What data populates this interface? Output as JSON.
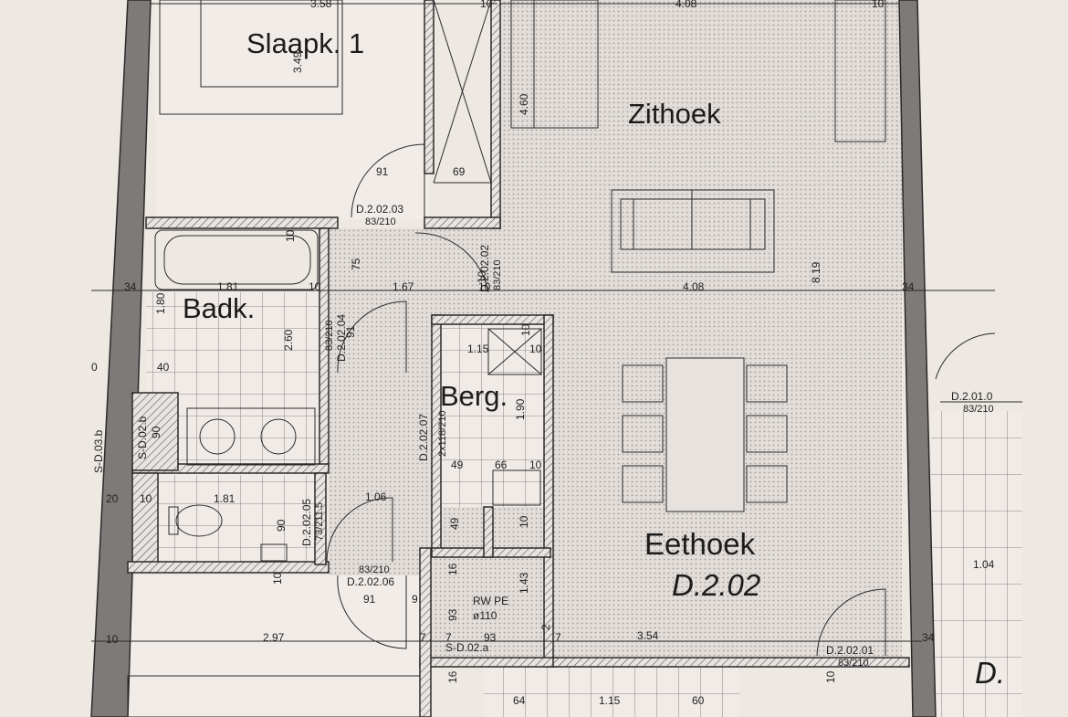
{
  "rooms": {
    "slaapk": "Slaapk. 1",
    "zithoek": "Zithoek",
    "badk": "Badk.",
    "berg": "Berg.",
    "eethoek": "Eethoek",
    "unit": "D.2.02",
    "neighbor": "D."
  },
  "doors": {
    "d_2_02_03": "D.2.02.03",
    "d_2_02_03_size": "83/210",
    "d_2_02_02": "D.2.02.02",
    "d_2_02_02_size": "83/210",
    "d_2_02_04": "D.2.02.04",
    "d_2_02_04_size": "83/210",
    "d_2_02_07": "D.2.02.07",
    "d_2_02_07_size": "2x118/210",
    "d_2_02_05": "D.2.02.05",
    "d_2_02_05_size": "73/211.5",
    "d_2_02_06": "D.2.02.06",
    "d_2_02_06_size": "83/210",
    "d_2_02_01": "D.2.02.01",
    "d_2_02_01_size": "83/210",
    "d_2_01_0": "D.2.01.0",
    "d_2_01_0_size": "83/210"
  },
  "shafts": {
    "s_d_03_b": "S-D.03.b",
    "s_d_02_b": "S-D.02.b",
    "s_d_02_a": "S-D.02.a",
    "rw_pe": "RW PE",
    "rw_dia": "ø110"
  },
  "dims": {
    "top_358": "3.58",
    "top_10a": "10",
    "top_408": "4.08",
    "top_10b": "10",
    "v_349": "3.49",
    "v_460": "4.60",
    "h_91": "91",
    "h_69": "69",
    "v_10_bath": "10",
    "v_75": "75",
    "v_10_hall": "10",
    "h_34_left": "34",
    "h_181": "1.81",
    "h_10_bath": "10",
    "h_167": "1.67",
    "h_10_hall": "10",
    "h_408_mid": "4.08",
    "v_819": "8.19",
    "h_34_right": "34",
    "v_180": "1.80",
    "v_91_hall": "91",
    "v_10_berg_top": "10",
    "h_115_berg": "1.15",
    "h_10_berg": "10",
    "v_260": "2.60",
    "h_40": "40",
    "h_0_left": "0",
    "v_190": "1.90",
    "v_90_sdb": "90",
    "h_49": "49",
    "h_66": "66",
    "h_10_berg2": "10",
    "h_20": "20",
    "h_10_wc": "10",
    "h_181_wc": "1.81",
    "h_106": "1.06",
    "v_49": "49",
    "v_90_wc": "90",
    "v_10_shaft": "10",
    "v_16_shaft": "16",
    "v_143": "1.43",
    "v_10_hall2": "10",
    "h_91_low": "91",
    "h_9_low": "9",
    "v_93": "93",
    "v_2": "2",
    "h_104": "1.04",
    "h_10_lower_left": "10",
    "h_297": "2.97",
    "h_7a": "7",
    "h_7b": "7",
    "h_93": "93",
    "h_7c": "7",
    "h_354": "3.54",
    "h_34_lower_right": "34",
    "v_16_bottom": "16",
    "v_10_bottom": "10",
    "h_64": "64",
    "h_115_bottom": "1.15",
    "h_60": "60"
  },
  "colors": {
    "wall_fill": "#8a8683",
    "line": "#2a2a2a",
    "paper": "#efe9e4",
    "hatch": "#555555"
  }
}
